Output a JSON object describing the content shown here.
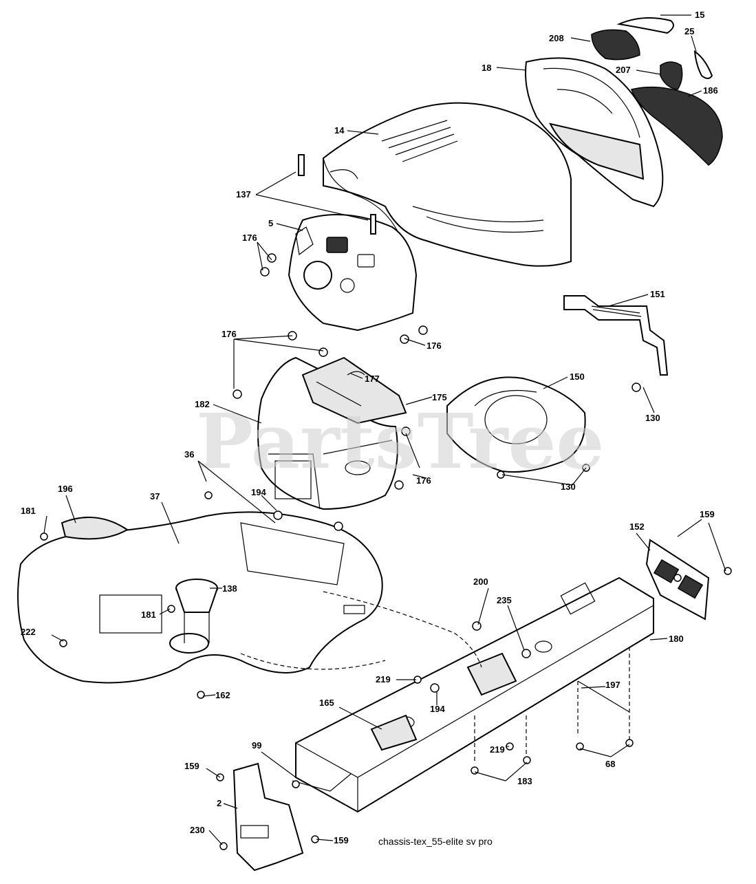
{
  "watermark": "PartsTree",
  "caption": "chassis-tex_55-elite sv pro",
  "callouts": [
    "15",
    "208",
    "25",
    "18",
    "207",
    "186",
    "14",
    "137",
    "5",
    "176",
    "176",
    "151",
    "176",
    "177",
    "150",
    "175",
    "182",
    "130",
    "36",
    "176",
    "130",
    "196",
    "37",
    "194",
    "159",
    "181",
    "152",
    "138",
    "200",
    "181",
    "235",
    "222",
    "180",
    "219",
    "197",
    "162",
    "165",
    "194",
    "219",
    "68",
    "99",
    "183",
    "159",
    "2",
    "159",
    "230"
  ]
}
